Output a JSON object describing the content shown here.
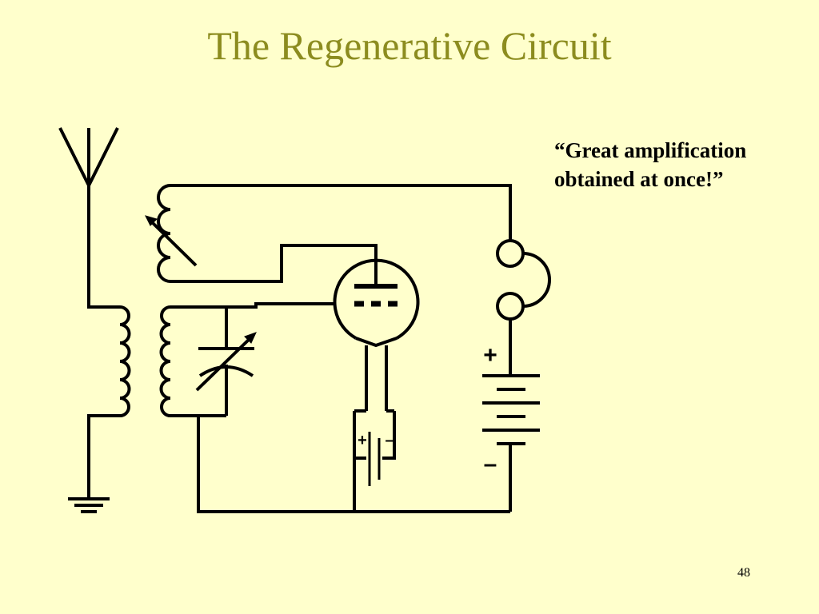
{
  "slide": {
    "title": "The Regenerative Circuit",
    "quote_lines": [
      "“Great amplification",
      "obtained at once!”"
    ],
    "page_number": "48"
  },
  "diagram": {
    "symbols": {
      "plus": "+",
      "minus": "–"
    },
    "colors": {
      "background": "#ffffcc",
      "title": "#8c8c1f",
      "line": "#000000"
    }
  }
}
